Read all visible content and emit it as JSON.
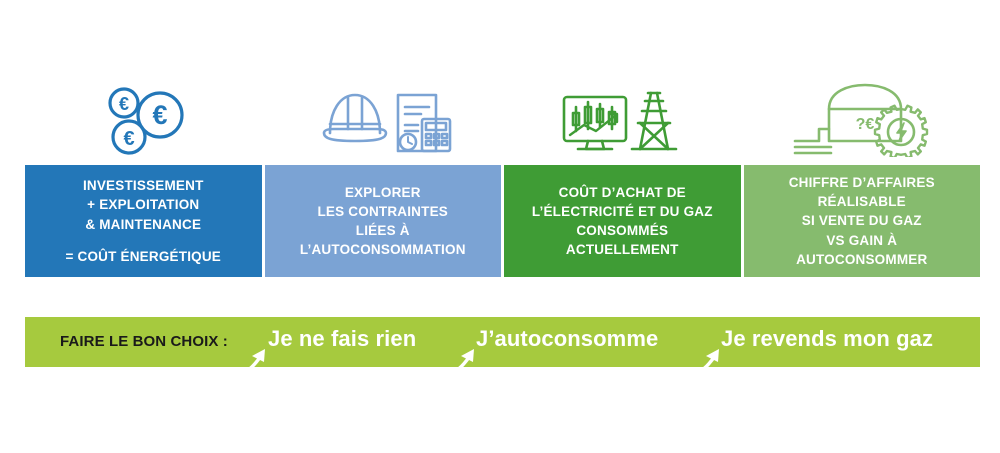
{
  "colors": {
    "box1": "#2377b8",
    "box2": "#7ba3d4",
    "box3": "#3f9c35",
    "box4": "#86bb6e",
    "bar": "#a6ca3e",
    "bar_label_text": "#1a1a1a",
    "box_text": "#ffffff"
  },
  "icons": [
    {
      "name": "euro-coins-icon",
      "color": "#2377b8"
    },
    {
      "name": "hard-hat-document-calculator-icon",
      "color": "#7ba3d4"
    },
    {
      "name": "monitor-chart-pylon-icon",
      "color": "#3f9c35"
    },
    {
      "name": "biogas-tank-gear-icon",
      "color": "#86bb6e",
      "label": "?€"
    }
  ],
  "boxes": [
    {
      "name": "box-investissement",
      "color": "#2377b8",
      "lines": [
        "INVESTISSEMENT",
        "+ EXPLOITATION",
        "& MAINTENANCE"
      ],
      "lines2": [
        "= COÛT ÉNERGÉTIQUE"
      ]
    },
    {
      "name": "box-explorer-contraintes",
      "color": "#7ba3d4",
      "lines": [
        "EXPLORER",
        "LES CONTRAINTES",
        "LIÉES À",
        "L’AUTOCONSOMMATION"
      ],
      "lines2": []
    },
    {
      "name": "box-cout-achat",
      "color": "#3f9c35",
      "lines": [
        "COÛT D’ACHAT DE",
        "L’ÉLECTRICITÉ ET DU GAZ",
        "CONSOMMÉS",
        "ACTUELLEMENT"
      ],
      "lines2": []
    },
    {
      "name": "box-chiffre-affaires",
      "color": "#86bb6e",
      "lines": [
        "CHIFFRE D’AFFAIRES",
        "RÉALISABLE",
        "SI VENTE DU GAZ",
        "VS GAIN À",
        "AUTOCONSOMMER"
      ],
      "lines2": []
    }
  ],
  "bottom_bar": {
    "label": "FAIRE LE BON CHOIX :",
    "choices": [
      "Je ne fais rien",
      "J’autoconsomme",
      "Je revends mon gaz"
    ]
  }
}
